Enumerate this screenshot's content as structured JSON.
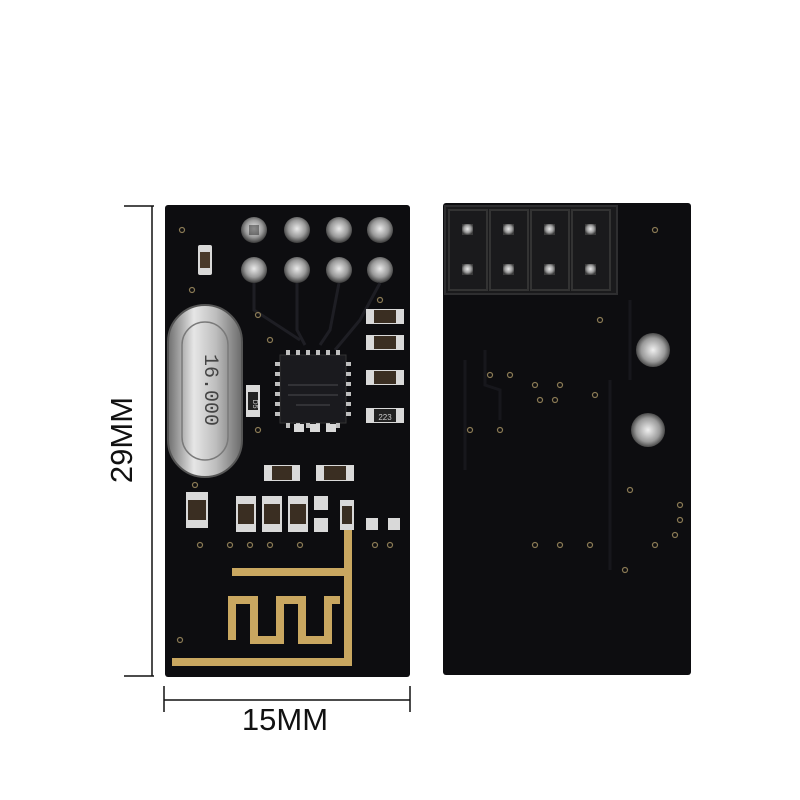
{
  "dimensions": {
    "height_label": "29MM",
    "width_label": "15MM"
  },
  "crystal": {
    "marking": "16.000"
  },
  "chip": {
    "marking": ""
  },
  "components": {
    "d1_label": "D5",
    "d2_label": "223"
  },
  "colors": {
    "pcb": "#0d0d10",
    "gold": "#c9a760",
    "silver": "#c8c8c8",
    "pads": "#d8d8d8"
  }
}
